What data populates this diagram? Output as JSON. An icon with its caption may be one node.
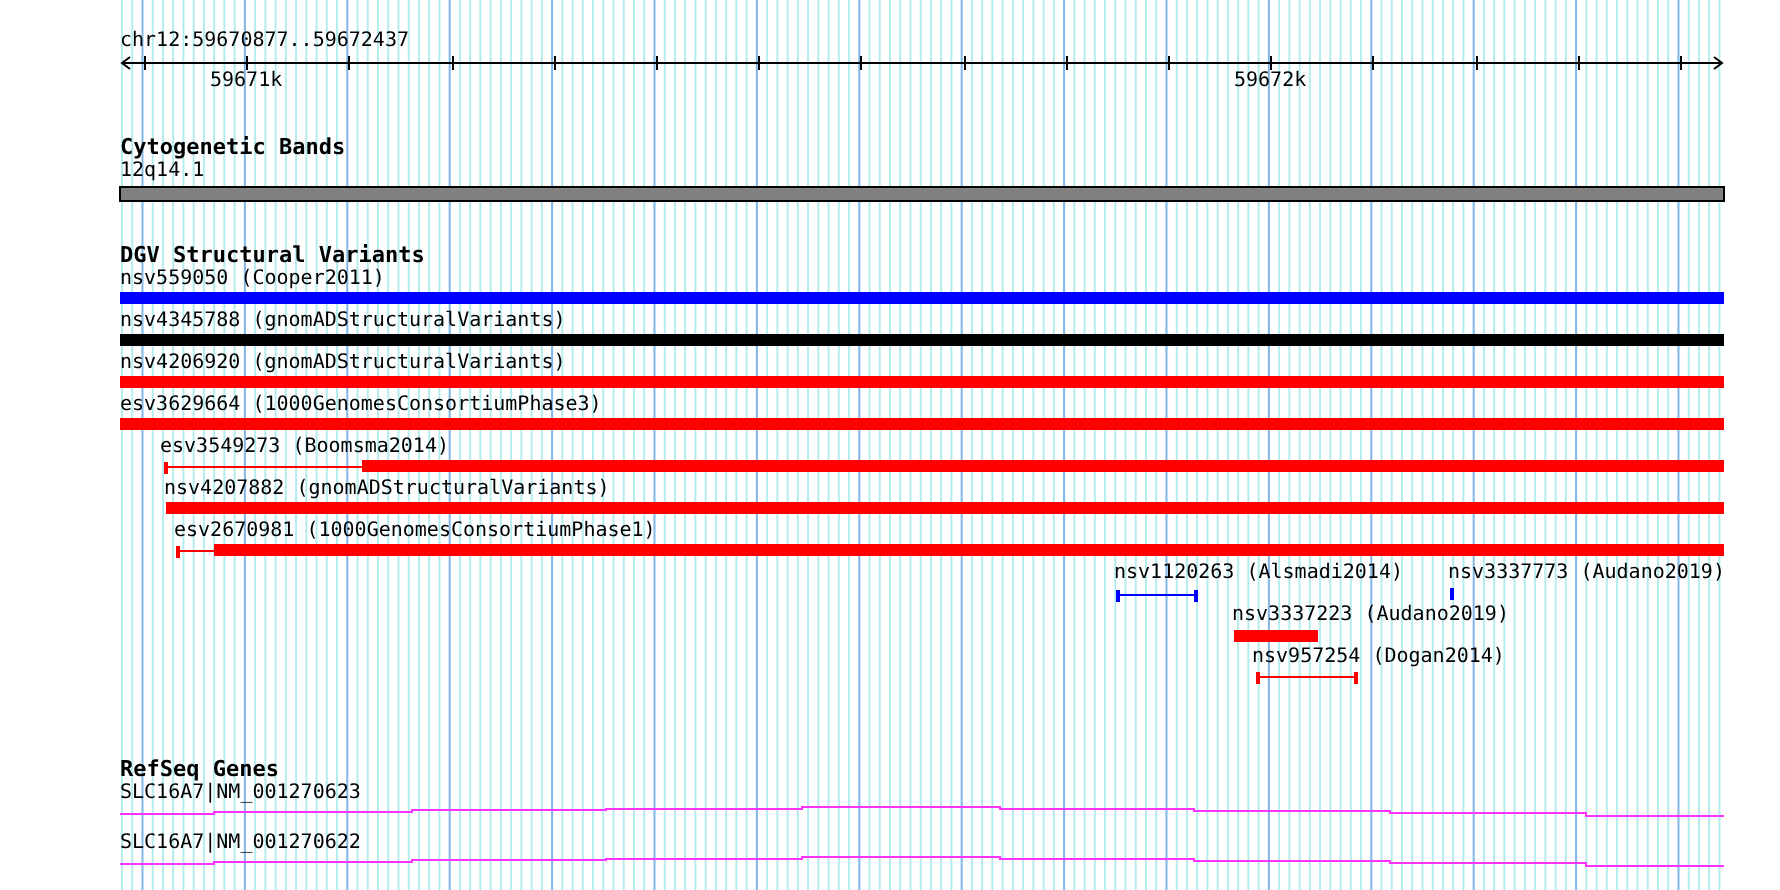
{
  "diagram": {
    "labels": [
      "chr12:59670877..59672437",
      "59671k",
      "59672k",
      "Cytogenetic Bands",
      "12q14.1",
      "DGV Structural Variants",
      "nsv559050 (Cooper2011)",
      "nsv4345788 (gnomADStructuralVariants)",
      "nsv4206920 (gnomADStructuralVariants)",
      "esv3629664 (1000GenomesConsortiumPhase3)",
      "esv3549273 (Boomsma2014)",
      "nsv4207882 (gnomADStructuralVariants)",
      "esv2670981 (1000GenomesConsortiumPhase1)",
      "nsv1120263 (Alsmadi2014)",
      "nsv3337773 (Audano2019)",
      "nsv3337223 (Audano2019)",
      "nsv957254 (Dogan2014)",
      "RefSeq Genes",
      "SLC16A7|NM_001270623",
      "SLC16A7|NM_001270622"
    ]
  }
}
